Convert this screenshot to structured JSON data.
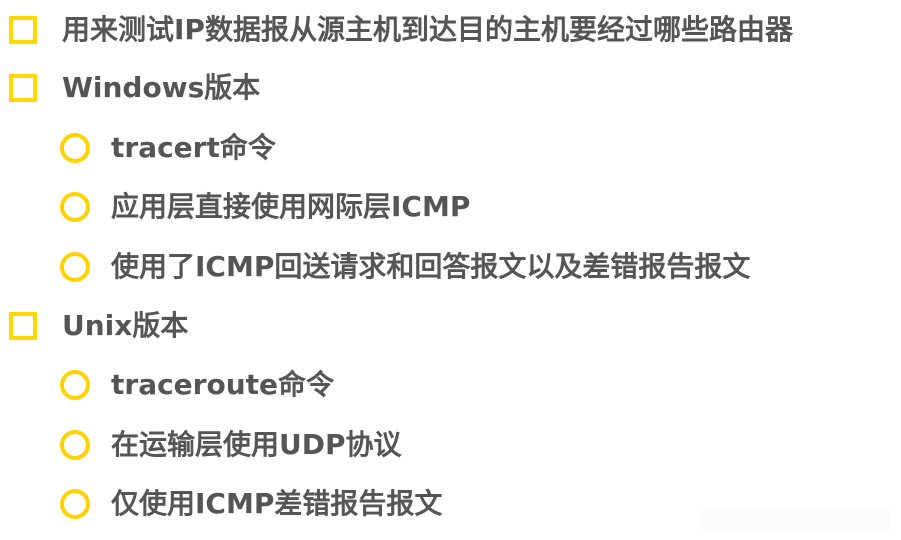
{
  "slide": {
    "bullet_colors": {
      "square": "#FFD800",
      "circle": "#FFD200"
    },
    "text_color": "#555555",
    "items": [
      {
        "level": 1,
        "bullet": "square-bullet-icon",
        "text": "用来测试IP数据报从源主机到达目的主机要经过哪些路由器"
      },
      {
        "level": 1,
        "bullet": "square-bullet-icon",
        "text": "Windows版本"
      },
      {
        "level": 2,
        "bullet": "circle-bullet-icon",
        "text": "tracert命令"
      },
      {
        "level": 2,
        "bullet": "circle-bullet-icon",
        "text": "应用层直接使用网际层ICMP"
      },
      {
        "level": 2,
        "bullet": "circle-bullet-icon",
        "text": "使用了ICMP回送请求和回答报文以及差错报告报文"
      },
      {
        "level": 1,
        "bullet": "square-bullet-icon",
        "text": "Unix版本"
      },
      {
        "level": 2,
        "bullet": "circle-bullet-icon",
        "text": "traceroute命令"
      },
      {
        "level": 2,
        "bullet": "circle-bullet-icon",
        "text": "在运输层使用UDP协议"
      },
      {
        "level": 2,
        "bullet": "circle-bullet-icon",
        "text": "仅使用ICMP差错报告报文"
      }
    ]
  }
}
